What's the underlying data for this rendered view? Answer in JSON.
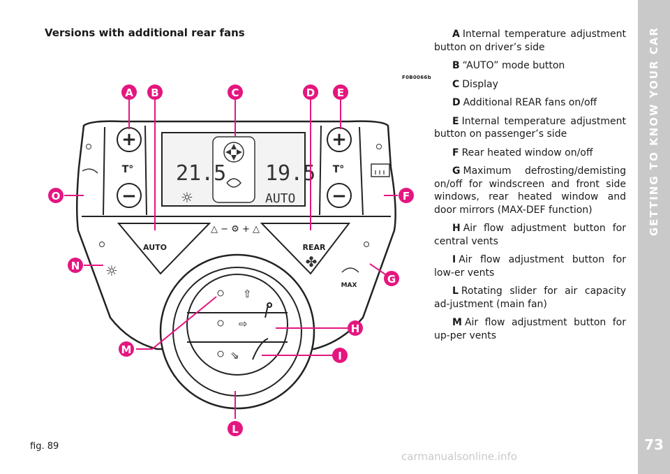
{
  "heading": "Versions with additional rear fans",
  "figure_code": "F0B0066b",
  "figure_label": "fig. 89",
  "panel": {
    "temp_label_left": "T°",
    "temp_label_right": "T°",
    "display_left_temp": "21.5",
    "display_right_temp": "19.5",
    "display_mode": "AUTO",
    "auto_button": "AUTO",
    "rear_button": "REAR",
    "max_label": "MAX",
    "plus": "+",
    "minus": "−"
  },
  "callouts": [
    "A",
    "B",
    "C",
    "D",
    "E",
    "F",
    "G",
    "H",
    "I",
    "L",
    "M",
    "N",
    "O"
  ],
  "legend": [
    {
      "key": "A",
      "text": "Internal temperature adjustment button on driver’s side"
    },
    {
      "key": "B",
      "text": "“AUTO” mode button"
    },
    {
      "key": "C",
      "text": "Display"
    },
    {
      "key": "D",
      "text": "Additional REAR fans on/off"
    },
    {
      "key": "E",
      "text": "Internal temperature adjustment button on passenger’s side"
    },
    {
      "key": "F",
      "text": "Rear heated window on/off"
    },
    {
      "key": "G",
      "text": "Maximum defrosting/demisting on/off for windscreen and front side windows, rear heated window and door mirrors (MAX-DEF function)"
    },
    {
      "key": "H",
      "text": "Air flow adjustment button for central vents"
    },
    {
      "key": "I",
      "text": "Air flow adjustment button for low-er vents"
    },
    {
      "key": "L",
      "text": "Rotating slider for air capacity ad-justment (main fan)"
    },
    {
      "key": "M",
      "text": "Air flow adjustment button for up-per vents"
    }
  ],
  "section_title": "GETTING TO KNOW YOUR CAR",
  "page_number": "73",
  "watermark": "carmanualsonline.info",
  "colors": {
    "callout": "#e4167f",
    "sidebar": "#c9c9c9"
  }
}
